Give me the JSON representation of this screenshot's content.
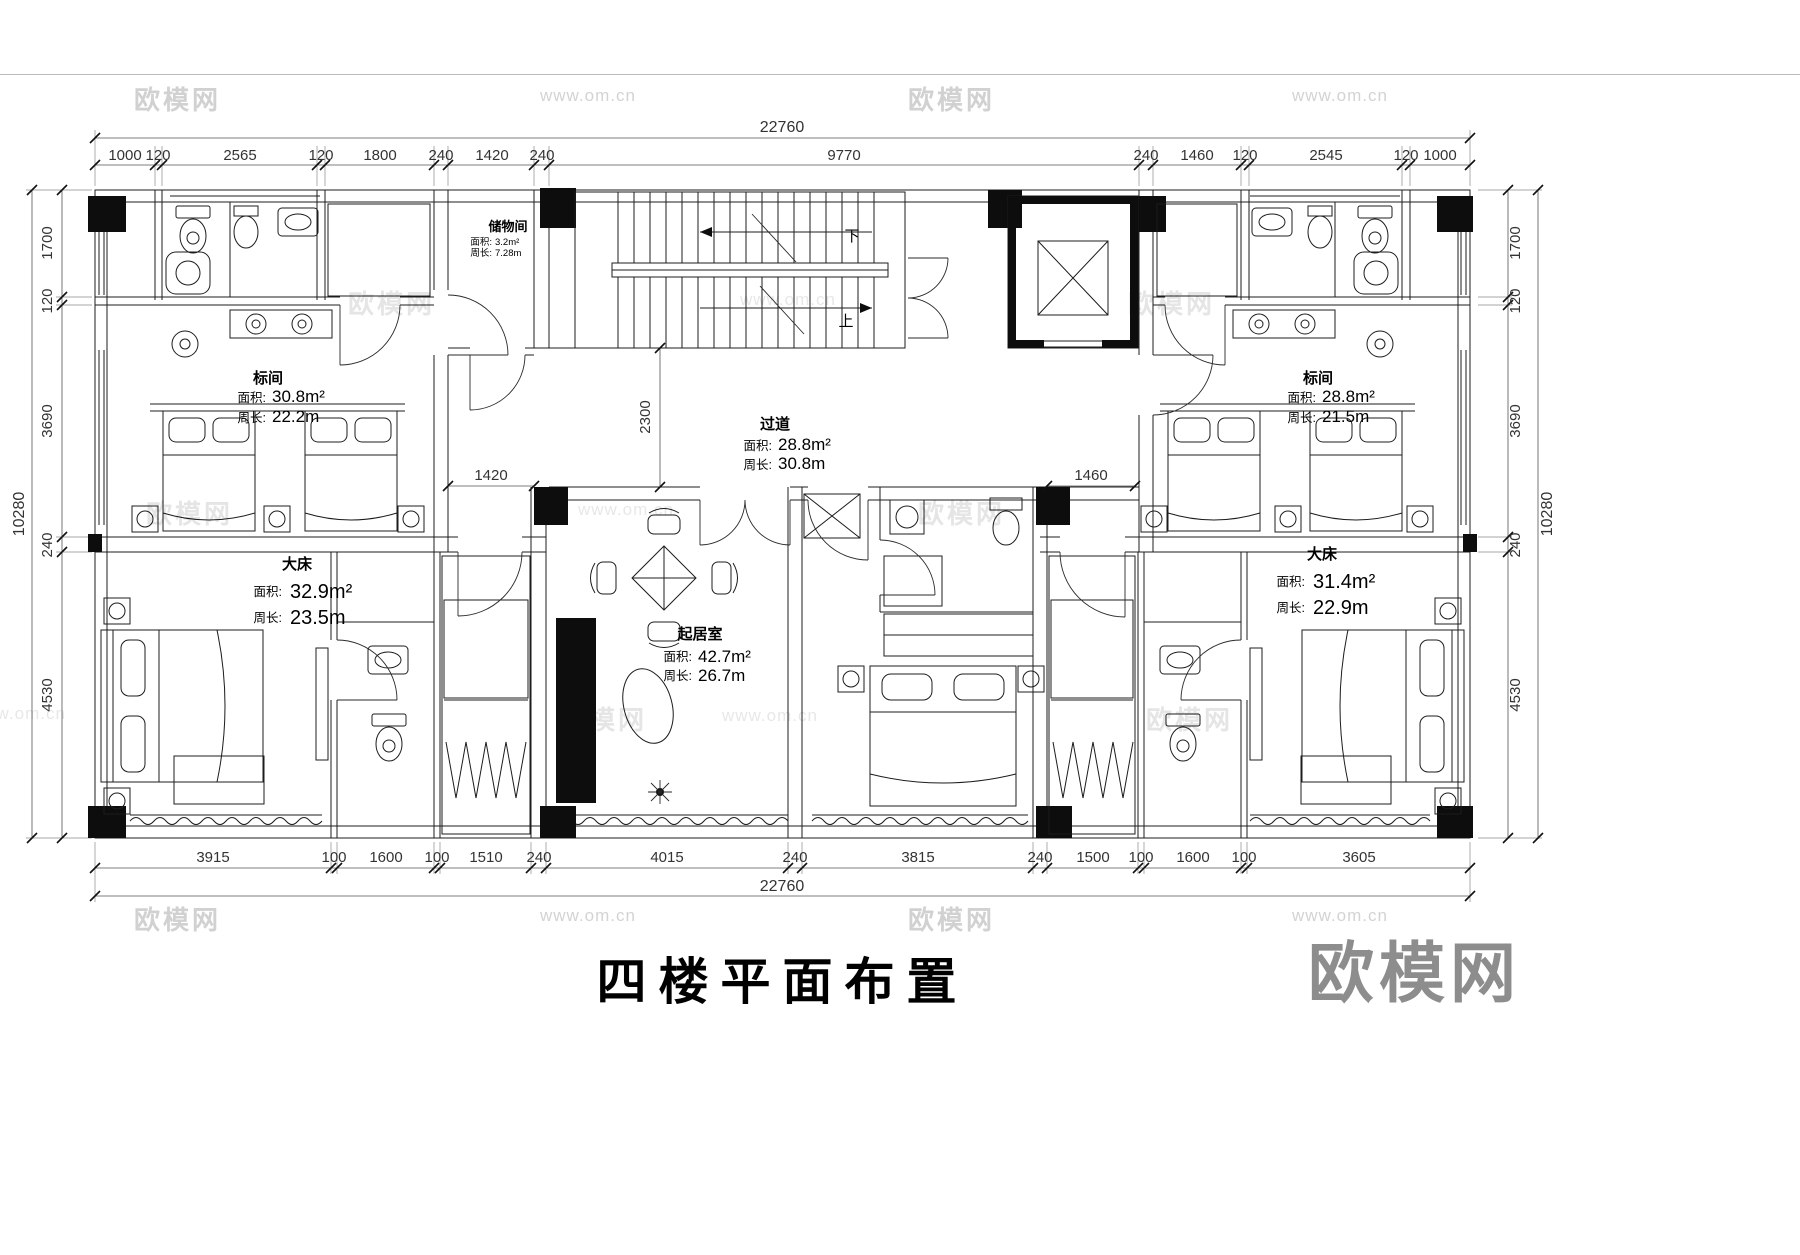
{
  "meta": {
    "title": "四楼平面布置",
    "brand": "欧模网",
    "url": "www.om.cn"
  },
  "dims": {
    "top_overall": "22760",
    "b_overall": "22760",
    "side_overall": "10280",
    "top": [
      "1000",
      "120",
      "2565",
      "120",
      "1800",
      "240",
      "1420",
      "240",
      "9770",
      "240",
      "1460",
      "120",
      "2545",
      "120",
      "1000"
    ],
    "bottom": [
      "3915",
      "100",
      "1600",
      "100",
      "1510",
      "240",
      "4015",
      "240",
      "3815",
      "240",
      "1500",
      "100",
      "1600",
      "100",
      "3605"
    ],
    "left": [
      "1700",
      "120",
      "3690",
      "240",
      "4530"
    ],
    "right": [
      "1700",
      "120",
      "3690",
      "240",
      "4530"
    ],
    "inner": {
      "corridor": "2300",
      "left_opening": "1420",
      "right_opening": "1460"
    }
  },
  "stairs": {
    "down": "下",
    "up": "上"
  },
  "rooms": {
    "storage": {
      "name": "储物间",
      "area_k": "面积:",
      "area_v": "3.2m²",
      "peri_k": "周长:",
      "peri_v": "7.28m"
    },
    "std_left": {
      "name": "标间",
      "area_k": "面积:",
      "area_v": "30.8m²",
      "peri_k": "周长:",
      "peri_v": "22.2m"
    },
    "std_right": {
      "name": "标间",
      "area_k": "面积:",
      "area_v": "28.8m²",
      "peri_k": "周长:",
      "peri_v": "21.5m"
    },
    "corridor": {
      "name": "过道",
      "area_k": "面积:",
      "area_v": "28.8m²",
      "peri_k": "周长:",
      "peri_v": "30.8m"
    },
    "king_left": {
      "name": "大床",
      "area_k": "面积:",
      "area_v": "32.9m²",
      "peri_k": "周长:",
      "peri_v": "23.5m"
    },
    "king_right": {
      "name": "大床",
      "area_k": "面积:",
      "area_v": "31.4m²",
      "peri_k": "周长:",
      "peri_v": "22.9m"
    },
    "living": {
      "name": "起居室",
      "area_k": "面积:",
      "area_v": "42.7m²",
      "peri_k": "周长:",
      "peri_v": "26.7m"
    }
  }
}
